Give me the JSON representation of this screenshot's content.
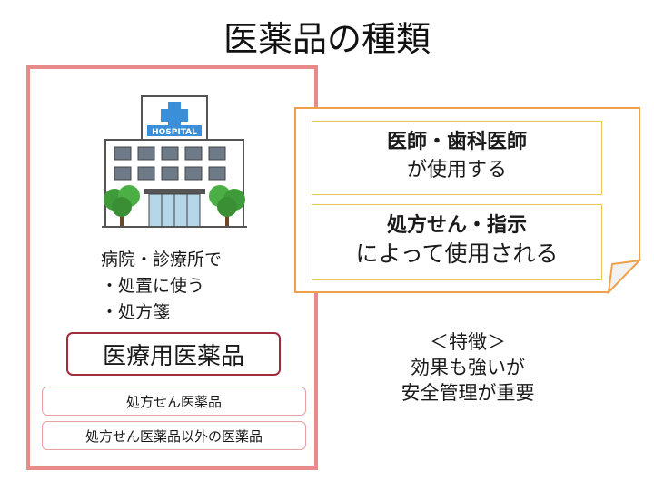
{
  "title": "医薬品の種類",
  "hospital": {
    "sign": "HOSPITAL",
    "icon": "hospital-building-icon"
  },
  "uses": {
    "line1": "病院・診療所で",
    "line2": "・処置に使う",
    "line3": "・処方箋"
  },
  "ethical_drug": "医療用医薬品",
  "prescription_drug": "処方せん医薬品",
  "non_prescription_drug": "処方せん医薬品以外の医薬品",
  "callout": {
    "box1": {
      "heading": "医師・歯科医師",
      "body": "が使用する"
    },
    "box2": {
      "heading": "処方せん・指示",
      "body": "によって使用される"
    }
  },
  "features": {
    "heading": "＜特徴＞",
    "line1": "効果も強いが",
    "line2": "安全管理が重要"
  },
  "colors": {
    "panel_border": "#e88a8a",
    "ethical_border": "#a02c3c",
    "callout_border": "#f0a04b",
    "callout_inner_border": "#e8c65a"
  }
}
